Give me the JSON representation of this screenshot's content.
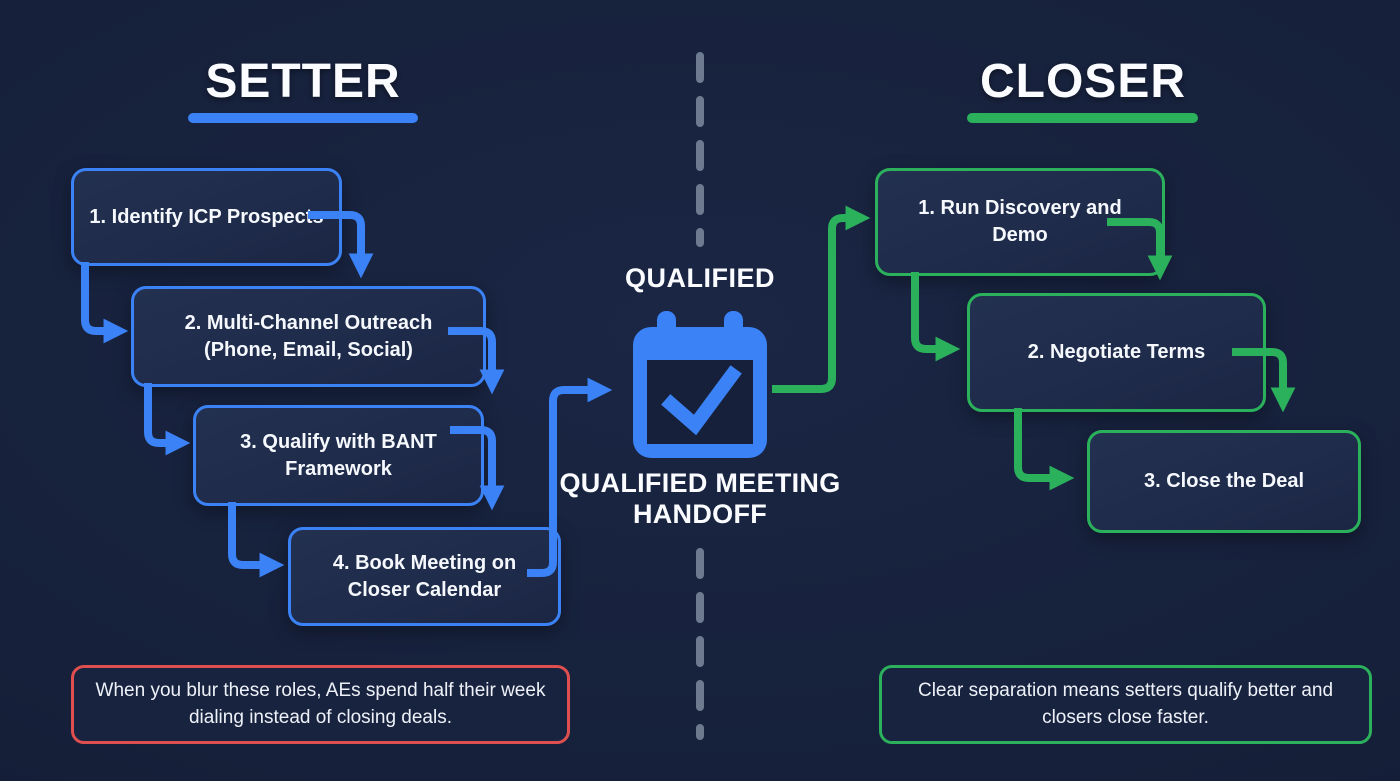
{
  "colors": {
    "background": "#16203a",
    "box_fill": "#1f2b4a",
    "blue": "#3b82f6",
    "green": "#2bb05c",
    "red": "#e04f4f",
    "text": "#f3f6fa",
    "divider": "#7d8a9e"
  },
  "setter": {
    "title": "SETTER",
    "steps": [
      {
        "label": "1. Identify ICP Prospects"
      },
      {
        "label": "2. Multi-Channel Outreach (Phone, Email, Social)"
      },
      {
        "label": "3. Qualify with BANT Framework"
      },
      {
        "label": "4. Book Meeting on Closer Calendar"
      }
    ],
    "warning_note": "When you blur these roles, AEs spend half their week dialing instead of closing deals."
  },
  "handoff": {
    "top_label": "QUALIFIED",
    "bottom_label": "QUALIFIED MEETING HANDOFF",
    "icon": "calendar-check-icon"
  },
  "closer": {
    "title": "CLOSER",
    "steps": [
      {
        "label": "1. Run Discovery and Demo"
      },
      {
        "label": "2. Negotiate Terms"
      },
      {
        "label": "3. Close the Deal"
      }
    ],
    "benefit_note": "Clear separation means setters qualify better and closers close faster."
  }
}
